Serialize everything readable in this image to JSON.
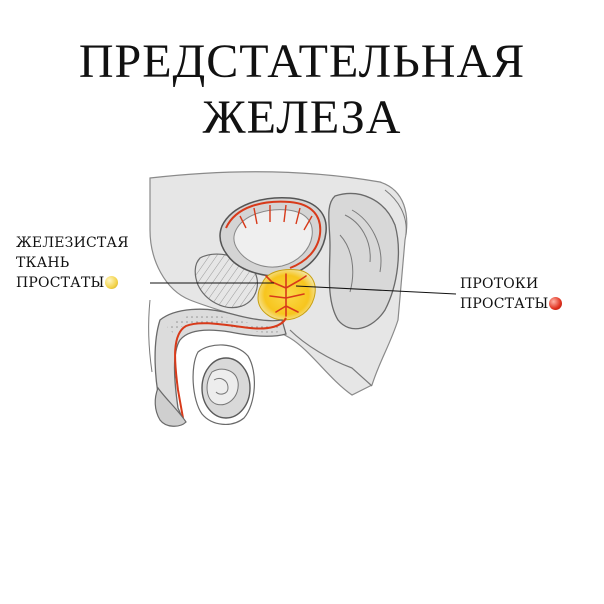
{
  "title": {
    "line1": "ПРЕДСТАТЕЛЬНАЯ",
    "line2": "ЖЕЛЕЗА"
  },
  "labels": {
    "glandular_tissue": {
      "line1": "ЖЕЛЕЗИСТАЯ",
      "line2": "ТКАНЬ",
      "line3": "ПРОСТАТЫ",
      "marker_color": "#f3d34a"
    },
    "ducts": {
      "line1": "ПРОТОКИ",
      "line2": "ПРОСТАТЫ",
      "marker_color": "#e0301e"
    }
  },
  "colors": {
    "gland_fill": "#f7c51e",
    "duct_red": "#d83a1a",
    "outline": "#555555",
    "tissue_shade": "#c9c9c9"
  }
}
